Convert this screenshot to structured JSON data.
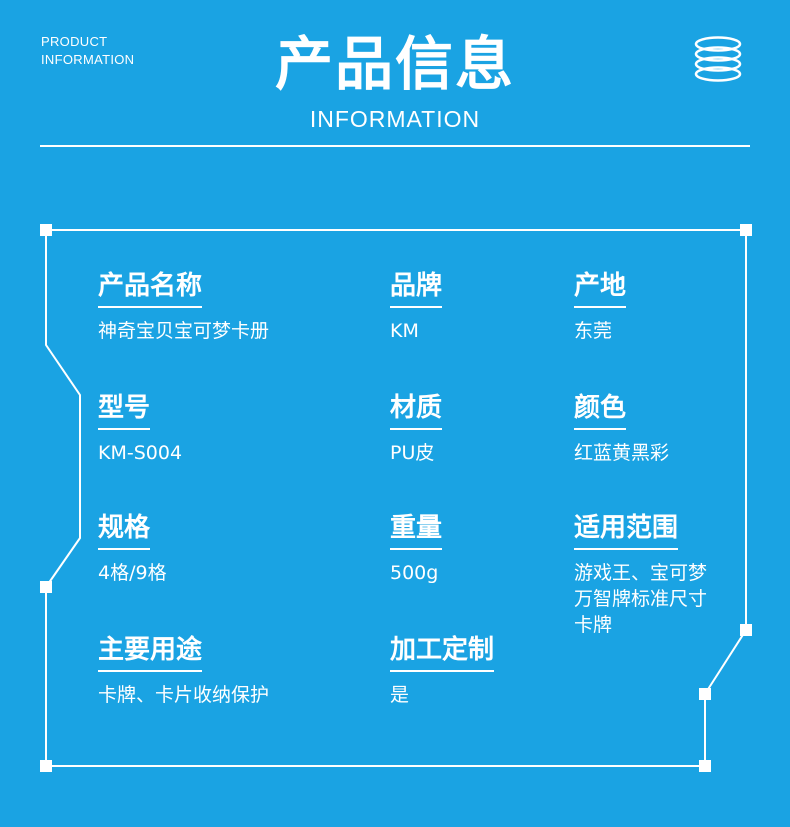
{
  "header": {
    "corner_line1": "PRODUCT",
    "corner_line2": "INFORMATION",
    "title": "产品信息",
    "subtitle": "INFORMATION",
    "icon": "rings-icon"
  },
  "specs": [
    {
      "label": "产品名称",
      "value_lines": [
        "神奇宝贝宝可梦卡册"
      ]
    },
    {
      "label": "品牌",
      "value_lines": [
        "KM"
      ]
    },
    {
      "label": "产地",
      "value_lines": [
        "东莞"
      ]
    },
    {
      "label": "型号",
      "value_lines": [
        "KM-S004"
      ]
    },
    {
      "label": "材质",
      "value_lines": [
        "PU皮"
      ]
    },
    {
      "label": "颜色",
      "value_lines": [
        "红蓝黄黑彩"
      ]
    },
    {
      "label": "规格",
      "value_lines": [
        "4格/9格"
      ]
    },
    {
      "label": "重量",
      "value_lines": [
        "500g"
      ]
    },
    {
      "label": "适用范围",
      "value_lines": [
        "游戏王、宝可梦",
        "万智牌标准尺寸",
        "卡牌"
      ]
    },
    {
      "label": "主要用途",
      "value_lines": [
        "卡牌、卡片收纳保护"
      ]
    },
    {
      "label": "加工定制",
      "value_lines": [
        "是"
      ]
    }
  ],
  "colors": {
    "background": "#1aa3e3",
    "foreground": "#ffffff"
  }
}
